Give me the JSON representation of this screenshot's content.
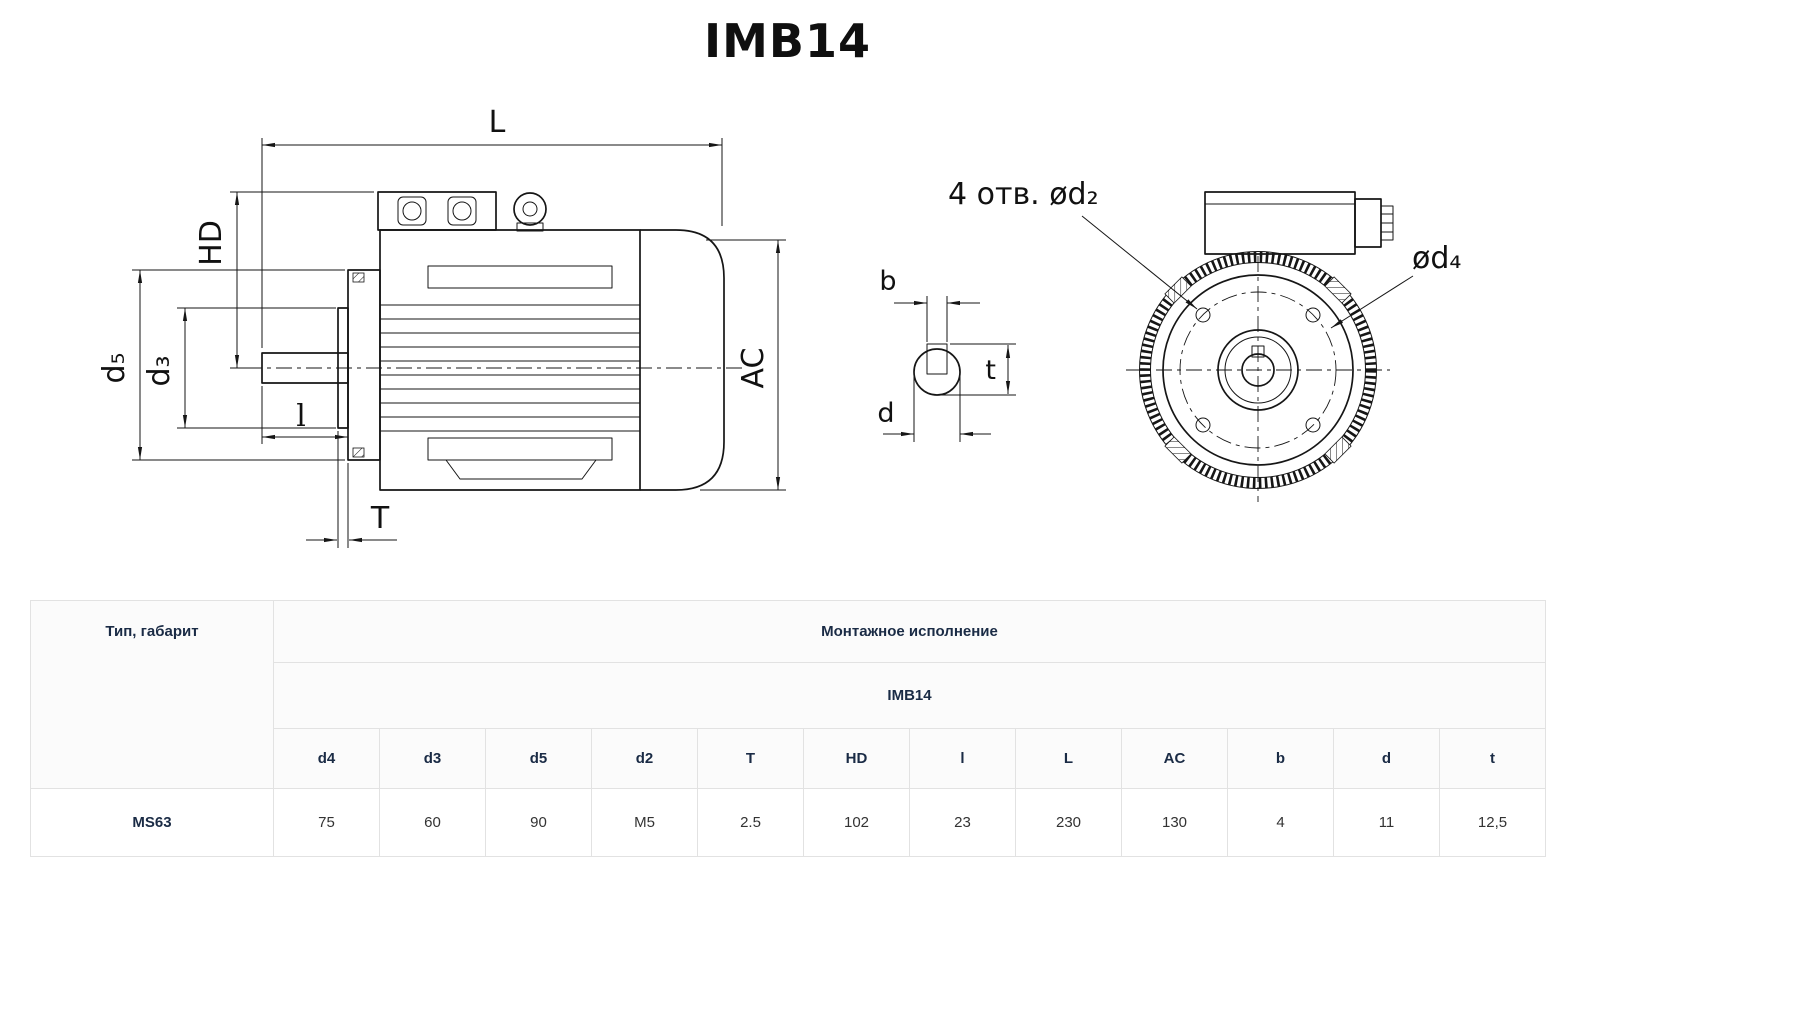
{
  "page_title": "IMB14",
  "drawing": {
    "side_view_labels": {
      "L": "L",
      "HD": "HD",
      "d5": "d₅",
      "d3": "d₃",
      "l": "l",
      "T": "T",
      "AC": "AC"
    },
    "key_section_labels": {
      "b": "b",
      "t": "t",
      "d": "d"
    },
    "front_view_labels": {
      "holes": "4 отв. ød₂",
      "d4": "ød₄"
    }
  },
  "table": {
    "type_header": "Тип, габарит",
    "mounting_header": "Монтажное исполнение",
    "variant_header": "IMB14",
    "columns": [
      "d4",
      "d3",
      "d5",
      "d2",
      "T",
      "HD",
      "l",
      "L",
      "AC",
      "b",
      "d",
      "t"
    ],
    "rows": [
      {
        "type": "MS63",
        "values": [
          "75",
          "60",
          "90",
          "M5",
          "2.5",
          "102",
          "23",
          "230",
          "130",
          "4",
          "11",
          "12,5"
        ]
      }
    ]
  },
  "colors": {
    "line": "#161616",
    "table_border": "#e2e2e2",
    "header_text": "#1a2b45",
    "body_text": "#333333"
  }
}
